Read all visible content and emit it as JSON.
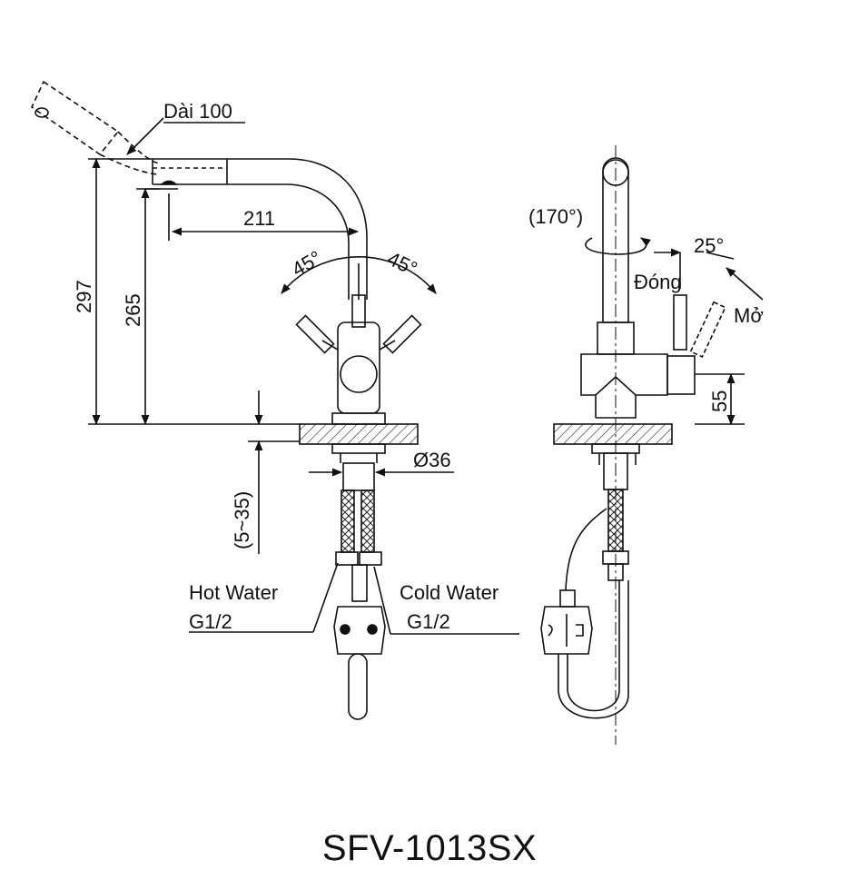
{
  "diagram": {
    "model": "SFV-1013SX",
    "front_view": {
      "pullout_length": "Dài 100",
      "spout_reach": "211",
      "total_height": "297",
      "outlet_height": "265",
      "handle_angle_left": "45°",
      "handle_angle_right": "45°",
      "body_diameter": "Ø36",
      "counter_thickness": "(5~35)",
      "hot_inlet": {
        "name": "Hot Water",
        "thread": "G1/2"
      },
      "cold_inlet": {
        "name": "Cold Water",
        "thread": "G1/2"
      }
    },
    "side_view": {
      "swivel_angle": "(170°)",
      "lever_angle": "25°",
      "closed_label": "Đóng",
      "open_label": "Mở",
      "lever_height": "55"
    }
  }
}
